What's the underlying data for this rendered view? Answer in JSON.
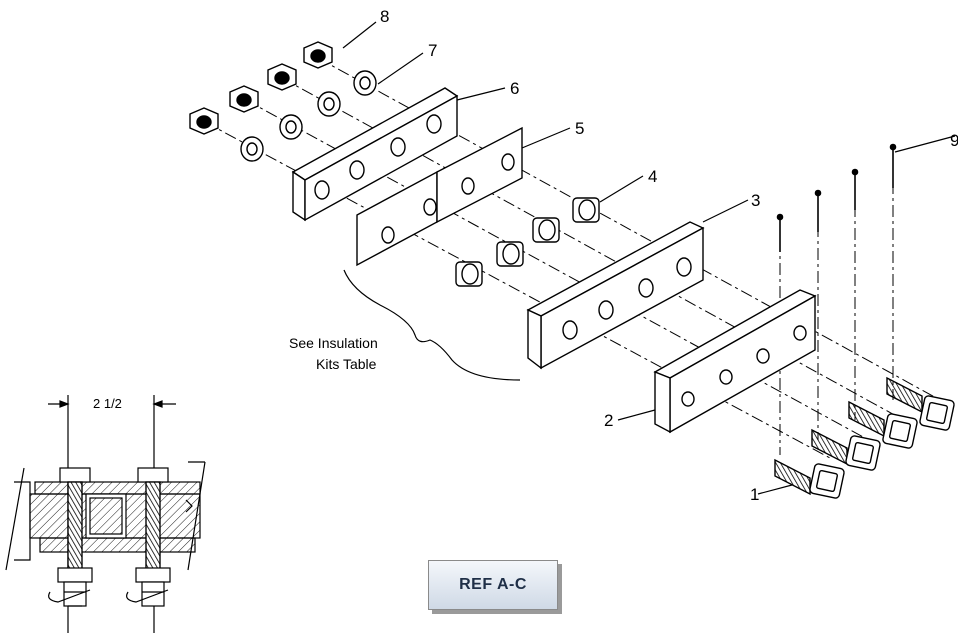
{
  "callouts": [
    "1",
    "2",
    "3",
    "4",
    "5",
    "6",
    "7",
    "8",
    "9"
  ],
  "note": {
    "line1": "See Insulation",
    "line2": "Kits Table"
  },
  "dimension": "2 1/2",
  "reference_button": "REF A-C"
}
